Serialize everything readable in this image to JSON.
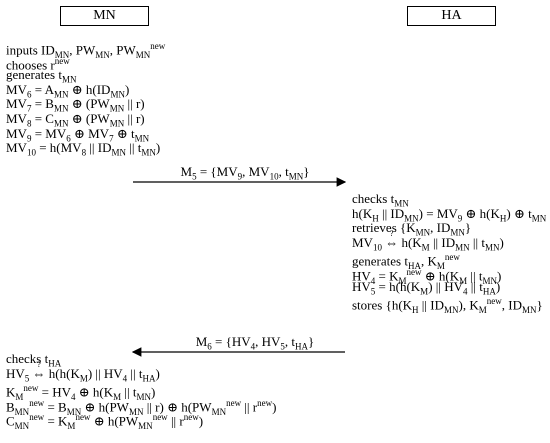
{
  "entities": {
    "left": "MN",
    "right": "HA"
  },
  "mn_steps": [
    "inputs ID_MN, PW_MN, PW_MN^new",
    "chooses r^new",
    "generates t_MN",
    "MV_6 = A_MN ⊕ h(ID_MN)",
    "MV_7 = B_MN ⊕ (PW_MN || r)",
    "MV_8 = C_MN ⊕ (PW_MN || r)",
    "MV_9 = MV_6 ⊕ MV_7 ⊕ t_MN",
    "MV_10 = h(MV_8 || ID_MN || t_MN)"
  ],
  "message_1": "M_5 = {MV_9, MV_10, t_MN}",
  "ha_steps": [
    "checks t_MN",
    "h(K_H || ID_MN) = MV_9 ⊕ h(K_H) ⊕ t_MN",
    "retrieves {K_MN, ID_MN}",
    "MV_10 ⇔? h(K_M || ID_MN || t_MN)",
    "generates t_HA, K_M^new",
    "HV_4 = K_M^new ⊕ h(K_M || t_MN)",
    "HV_5 = h(h(K_M) || HV_4 || t_HA)",
    "stores {h(K_H || ID_MN), K_M^new, ID_MN}"
  ],
  "message_2": "M_6 = {HV_4, HV_5, t_HA}",
  "mn_final_steps": [
    "checks t_HA",
    "HV_5 ⇔? h(h(K_M) || HV_4 || t_HA)",
    "K_M^new = HV_4 ⊕ h(K_M || t_MN)",
    "B_MN^new = B_MN ⊕ h(PW_MN || r) ⊕ h(PW_MN^new || r^new)",
    "C_MN^new = K_M^new ⊕ h(PW_MN^new || r^new)"
  ]
}
